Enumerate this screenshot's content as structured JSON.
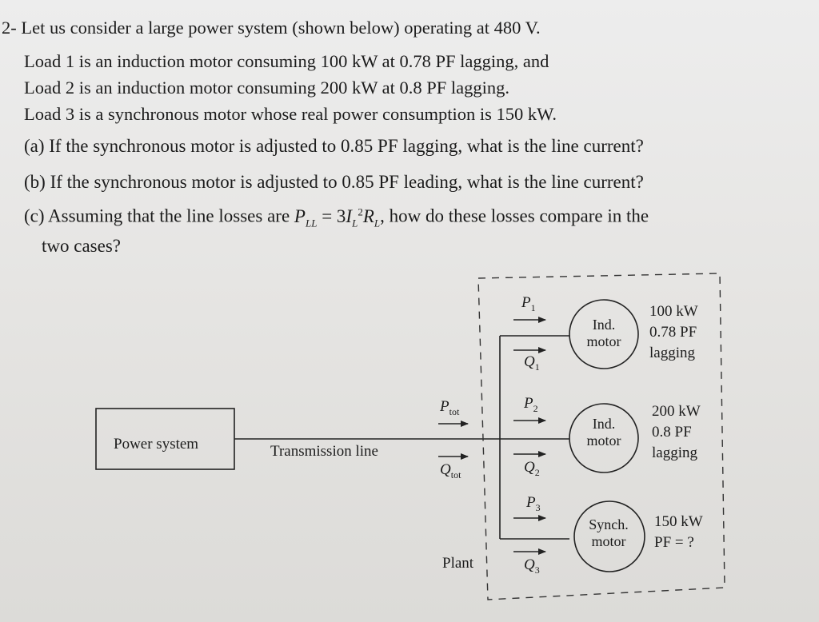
{
  "problem": {
    "number": "2-",
    "intro": "Let us consider a large power system (shown below) operating at 480 V.",
    "load1": "Load 1 is an induction motor consuming 100 kW at 0.78 PF lagging, and",
    "load2": "Load 2 is an induction motor consuming 200 kW at 0.8 PF lagging.",
    "load3": "Load 3 is a synchronous motor whose real power consumption is 150 kW.",
    "part_a": "(a) If the synchronous motor is adjusted to 0.85 PF lagging, what is the line current?",
    "part_b": "(b) If the synchronous motor is adjusted to 0.85 PF leading, what is the line current?",
    "part_c_prefix": "(c) Assuming that the line losses are",
    "part_c_formula": {
      "lhs": "P",
      "lhs_sub": "LL",
      "equals": " = ",
      "coef": "3",
      "current": "I",
      "current_sub": "L",
      "power": "2",
      "resistance": "R",
      "resistance_sub": "L"
    },
    "part_c_suffix": ", how do these losses compare in the",
    "part_c_cont": "two cases?"
  },
  "diagram": {
    "power_system": "Power system",
    "transmission_line": "Transmission line",
    "plant": "Plant",
    "p_tot": "P",
    "p_tot_sub": "tot",
    "q_tot": "Q",
    "q_tot_sub": "tot",
    "loads": [
      {
        "p": "P",
        "p_sub": "1",
        "q": "Q",
        "q_sub": "1",
        "motor_l1": "Ind.",
        "motor_l2": "motor",
        "rating_l1": "100 kW",
        "rating_l2": "0.78 PF",
        "rating_l3": "lagging"
      },
      {
        "p": "P",
        "p_sub": "2",
        "q": "Q",
        "q_sub": "2",
        "motor_l1": "Ind.",
        "motor_l2": "motor",
        "rating_l1": "200 kW",
        "rating_l2": "0.8 PF",
        "rating_l3": "lagging"
      },
      {
        "p": "P",
        "p_sub": "3",
        "q": "Q",
        "q_sub": "3",
        "motor_l1": "Synch.",
        "motor_l2": "motor",
        "rating_l1": "150 kW",
        "rating_l2": "PF = ?"
      }
    ]
  }
}
